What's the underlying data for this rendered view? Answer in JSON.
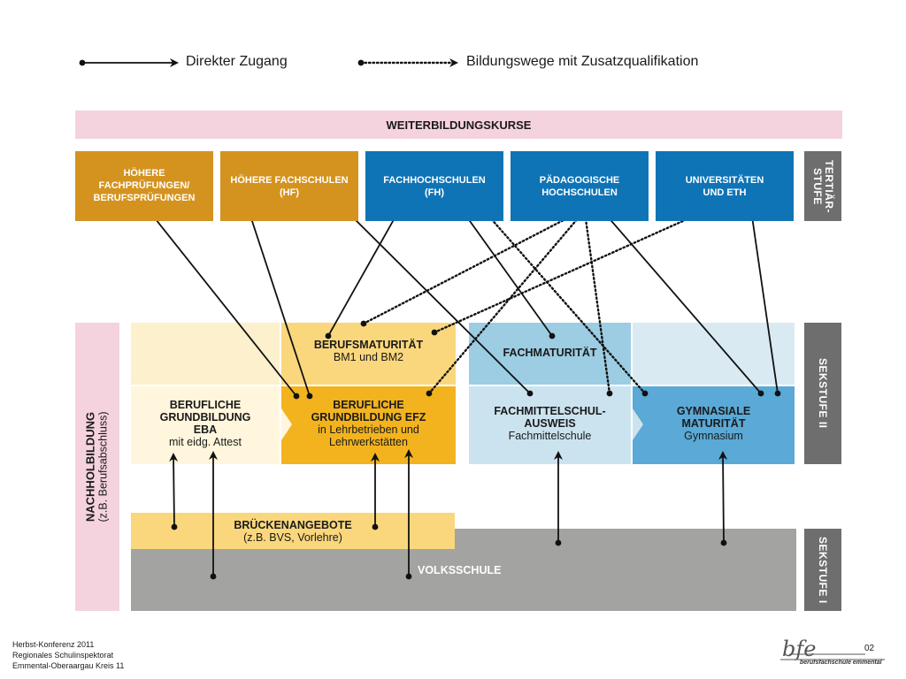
{
  "legend": {
    "direct": "Direkter Zugang",
    "additional": "Bildungswege mit Zusatzqualifikation"
  },
  "weiterbildung": "WEITERBILDUNGSKURSE",
  "tertiary": {
    "hoehere_fachpruefungen": [
      "HÖHERE",
      "FACHPRÜFUNGEN/",
      "BERUFSPRÜFUNGEN"
    ],
    "hoehere_fachschulen": [
      "HÖHERE FACHSCHULEN",
      "(HF)"
    ],
    "fachhochschulen": [
      "FACHHOCHSCHULEN",
      "(FH)"
    ],
    "paedagogische": [
      "PÄDAGOGISCHE",
      "HOCHSCHULEN"
    ],
    "universitaeten": [
      "UNIVERSITÄTEN",
      "UND ETH"
    ]
  },
  "stages": {
    "tertiaer": [
      "TERTIÄR-",
      "STUFE"
    ],
    "sek2": "SEKSTUFE II",
    "sek1": "SEKSTUFE I"
  },
  "nachholbildung": {
    "title": "NACHHOLBILDUNG",
    "sub": "(z.B. Berufsabschluss)"
  },
  "berufsmaturitaet": {
    "title": "BERUFSMATURITÄT",
    "sub": "BM1 und BM2"
  },
  "fachmaturitaet": {
    "title": "FACHMATURITÄT"
  },
  "eba": {
    "title": [
      "BERUFLICHE",
      "GRUNDBILDUNG",
      "EBA"
    ],
    "sub": "mit eidg. Attest"
  },
  "efz": {
    "title": [
      "BERUFLICHE",
      "GRUNDBILDUNG EFZ"
    ],
    "sub": [
      "in Lehrbetrieben und",
      "Lehrwerkstätten"
    ]
  },
  "fms": {
    "title": [
      "FACHMITTELSCHUL-",
      "AUSWEIS"
    ],
    "sub": "Fachmittelschule"
  },
  "gymnasium": {
    "title": [
      "GYMNASIALE",
      "MATURITÄT"
    ],
    "sub": "Gymnasium"
  },
  "brueckenangebote": {
    "title": "BRÜCKENANGEBOTE",
    "sub": "(z.B. BVS, Vorlehre)"
  },
  "volksschule": "VOLKSSCHULE",
  "footer": {
    "lines": [
      "Herbst-Konferenz 2011",
      "Regionales Schulinspektorat",
      "Emmental-Oberaargau Kreis 11"
    ],
    "page": "02",
    "logo": "bfe",
    "logo_sub": "berufsfachschule emmental"
  },
  "colors": {
    "orange_dark": "#d4931f",
    "blue_dark": "#0f74b6",
    "pink": "#f5d3de",
    "gray_stage": "#6e6e6e",
    "volksschule": "#a3a3a1",
    "yellow_strong": "#f2b31f",
    "yellow_mid": "#fad77c",
    "yellow_light": "#fdf0cc",
    "yellow_pale": "#fff6dd",
    "blue_mid": "#9ccde3",
    "blue_light": "#cbe3ee",
    "blue_pale": "#d9eaf2",
    "blue_gym": "#5aa9d6"
  }
}
